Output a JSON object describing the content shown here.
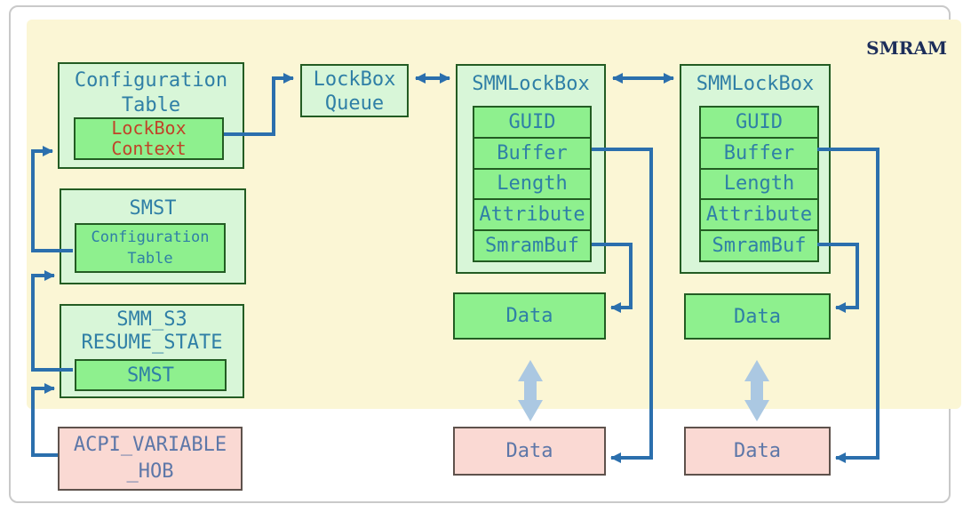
{
  "smram": {
    "label": "SMRAM"
  },
  "colors": {
    "region_bg": "#fbf6d5",
    "box_light_green": "#d8f6d8",
    "box_bright_green": "#8ef08e",
    "box_pink": "#fad9d3",
    "border_green": "#235c23",
    "border_pink": "#5e524c",
    "text_teal": "#2f7fa6",
    "text_red": "#c04328",
    "text_navy": "#1c2d5a",
    "text_muted_blue": "#5d77a8",
    "arrow_blue": "#2b6fad",
    "sync_arrow_light_blue": "#abc8e2",
    "card_border": "#c9c9c9"
  },
  "configuration_table": {
    "title_line1": "Configuration",
    "title_line2": "Table",
    "child_line1": "LockBox",
    "child_line2": "Context"
  },
  "smst_table": {
    "title": "SMST",
    "child_line1": "Configuration",
    "child_line2": "Table"
  },
  "smm_s3": {
    "title_line1": "SMM_S3",
    "title_line2": "RESUME_STATE",
    "child": "SMST"
  },
  "acpi_hob": {
    "line1": "ACPI_VARIABLE",
    "line2": "_HOB"
  },
  "lockbox_queue": {
    "line1": "LockBox",
    "line2": "Queue"
  },
  "smmlockbox_1": {
    "title": "SMMLockBox",
    "fields": [
      "GUID",
      "Buffer",
      "Length",
      "Attribute",
      "SmramBuf"
    ],
    "smram_data": "Data",
    "external_data": "Data"
  },
  "smmlockbox_2": {
    "title": "SMMLockBox",
    "fields": [
      "GUID",
      "Buffer",
      "Length",
      "Attribute",
      "SmramBuf"
    ],
    "smram_data": "Data",
    "external_data": "Data"
  }
}
